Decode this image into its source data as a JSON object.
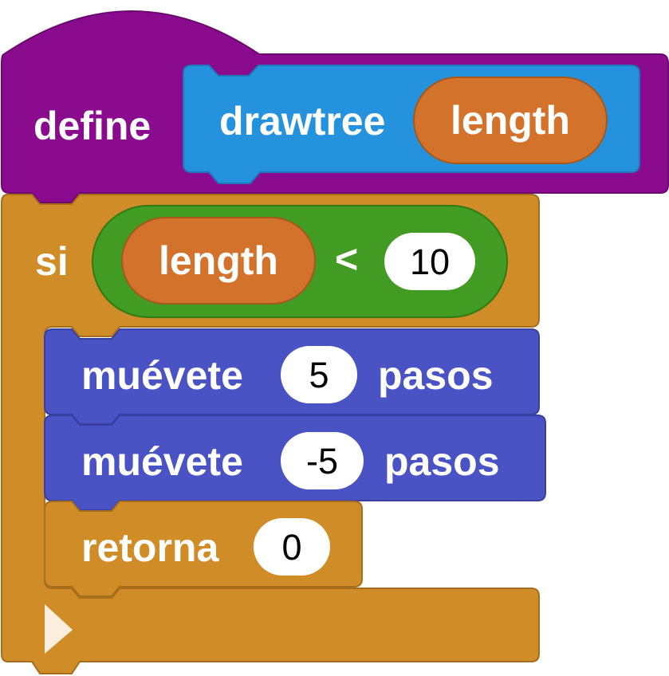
{
  "colors": {
    "define_hat": "#8a0b8d",
    "custom_block": "#2592dd",
    "control": "#d08c27",
    "operator": "#429b22",
    "variable": "#d2722b",
    "motion": "#4a53c4",
    "text": "#ffffff",
    "number_text": "#000000"
  },
  "define_block": {
    "keyword": "define",
    "proc_name": "drawtree",
    "param": "length"
  },
  "if_block": {
    "keyword": "si",
    "condition": {
      "variable": "length",
      "operator": "<",
      "value": "10"
    },
    "end_icon": "loop-arrow-icon"
  },
  "body": [
    {
      "verb": "muévete",
      "value": "5",
      "unit": "pasos"
    },
    {
      "verb": "muévete",
      "value": "-5",
      "unit": "pasos"
    },
    {
      "verb": "retorna",
      "value": "0"
    }
  ]
}
